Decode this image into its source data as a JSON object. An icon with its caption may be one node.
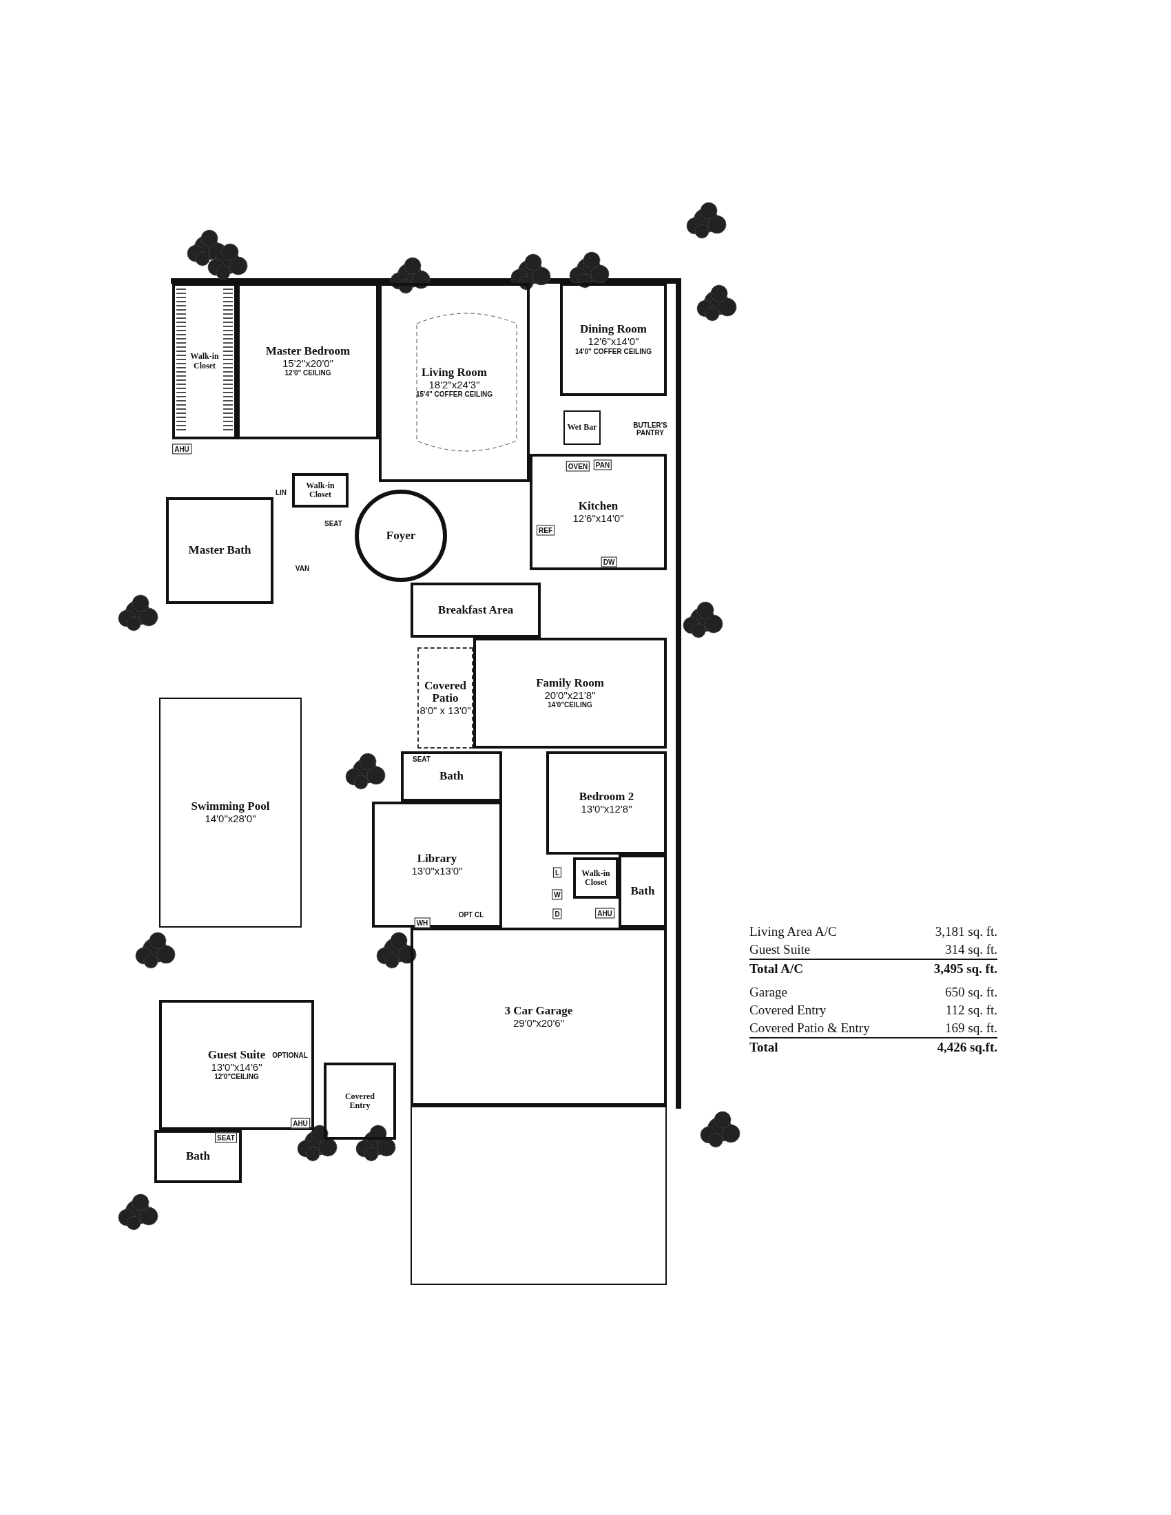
{
  "diagram": {
    "nodes": [
      {
        "text": [
          "Walk-in Closet"
        ]
      },
      {
        "text": [
          "Master Bedroom",
          "15'2\"x20'0\"",
          "12'0\" CEILING"
        ]
      },
      {
        "text": [
          "Living Room",
          "18'2\"x24'3\"",
          "15'4\" COFFER CEILING"
        ]
      },
      {
        "text": [
          "Dining Room",
          "12'6\"x14'0\"",
          "14'0\" COFFER CEILING"
        ]
      },
      {
        "text": [
          "Wet Bar"
        ]
      },
      {
        "text": [
          "Kitchen",
          "12'6\"x14'0\""
        ]
      },
      {
        "text": [
          "Walk-in Closet"
        ]
      },
      {
        "text": [
          "Master Bath"
        ]
      },
      {
        "text": [
          "Foyer"
        ]
      },
      {
        "text": [
          "Breakfast Area"
        ]
      },
      {
        "text": [
          "Family Room",
          "20'0\"x21'8\"",
          "14'0\"CEILING"
        ]
      },
      {
        "text": [
          "Covered Patio",
          "8'0\" x 13'0\""
        ]
      },
      {
        "text": [
          "Swimming Pool",
          "14'0\"x28'0\""
        ]
      },
      {
        "text": [
          "Bath"
        ]
      },
      {
        "text": [
          "Bedroom 2",
          "13'0\"x12'8\""
        ]
      },
      {
        "text": [
          "Library",
          "13'0\"x13'0\""
        ]
      },
      {
        "text": [
          "Walk-in Closet"
        ]
      },
      {
        "text": [
          "Bath"
        ]
      },
      {
        "text": [
          "3 Car Garage",
          "29'0\"x20'6\""
        ]
      },
      {
        "text": [
          "Guest Suite",
          "13'0\"x14'6\"",
          "12'0\"CEILING"
        ]
      },
      {
        "text": [
          "Covered Entry"
        ]
      },
      {
        "text": [
          "Bath"
        ]
      },
      {
        "text": [],
        "shape": "box"
      }
    ],
    "labels": [
      "AHU",
      "LIN",
      "SEAT",
      "VAN",
      "OVEN",
      "PAN",
      "BUTLER'S PANTRY",
      "REF",
      "DW",
      "SEAT",
      "L",
      "W",
      "D",
      "WH",
      "OPT CL",
      "AHU",
      "OPTIONAL",
      "AHU",
      "SEAT",
      "Living Area A/C",
      "3,181 sq. ft.",
      "Guest Suite",
      "314 sq. ft.",
      "Total A/C",
      "3,495 sq. ft.",
      "Garage",
      "650 sq. ft.",
      "Covered Entry",
      "112 sq. ft.",
      "Covered Patio & Entry",
      "169 sq. ft.",
      "Total",
      "4,426 sq.ft."
    ]
  }
}
